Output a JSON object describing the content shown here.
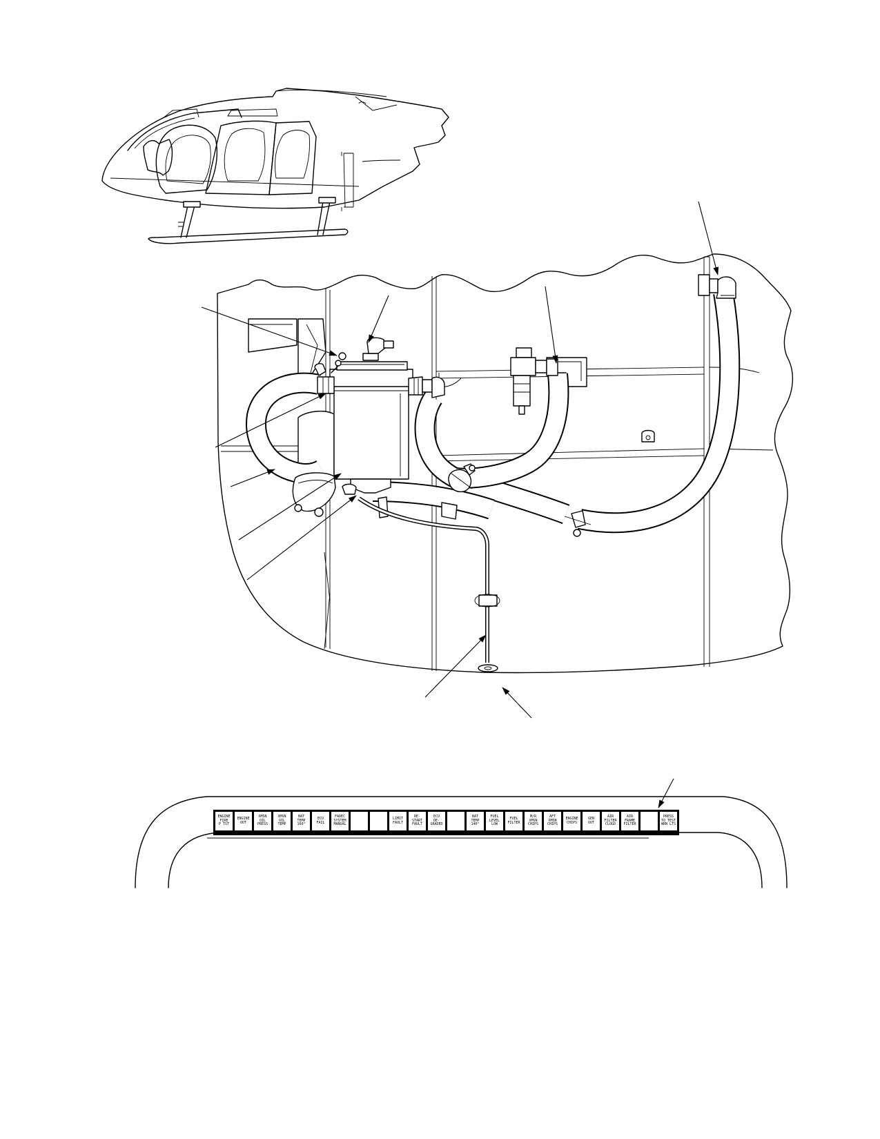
{
  "figure": {
    "caution_panel": {
      "segments": [
        {
          "label": "ENGINE\nFIRE\nP TST"
        },
        {
          "label": "ENGINE\nOUT"
        },
        {
          "label": "XMSN\nOIL\nPRESS"
        },
        {
          "label": "XMSN\nOIL\nTEMP"
        },
        {
          "label": "BAT\nTEMP\n160°"
        },
        {
          "label": "ECU\nFAIL"
        },
        {
          "label": "FADEC\nSYSTEM\nMANUAL"
        },
        {
          "label": ""
        },
        {
          "label": ""
        },
        {
          "label": "LIMIT\nFAULT"
        },
        {
          "label": "RE-\nSTART\nFAULT"
        },
        {
          "label": "ECU\nDE-\nGRADED"
        },
        {
          "label": ""
        },
        {
          "label": "BAT\nTEMP\n140°"
        },
        {
          "label": "FUEL\nLEVEL\nLOW"
        },
        {
          "label": "FUEL\nFILTER"
        },
        {
          "label": "M/R\nXMSN\nCHIPS"
        },
        {
          "label": "AFT\nXMSN\nCHIPS"
        },
        {
          "label": "ENGINE\nCHIPS"
        },
        {
          "label": "GEN\nOUT"
        },
        {
          "label": "AIR\nFILTER\nCLOGD"
        },
        {
          "label": "AIR\nFRAME\nFILTER"
        },
        {
          "label": ""
        },
        {
          "label": "PRESS\nTO TEST\nWRN LTS"
        }
      ]
    }
  }
}
